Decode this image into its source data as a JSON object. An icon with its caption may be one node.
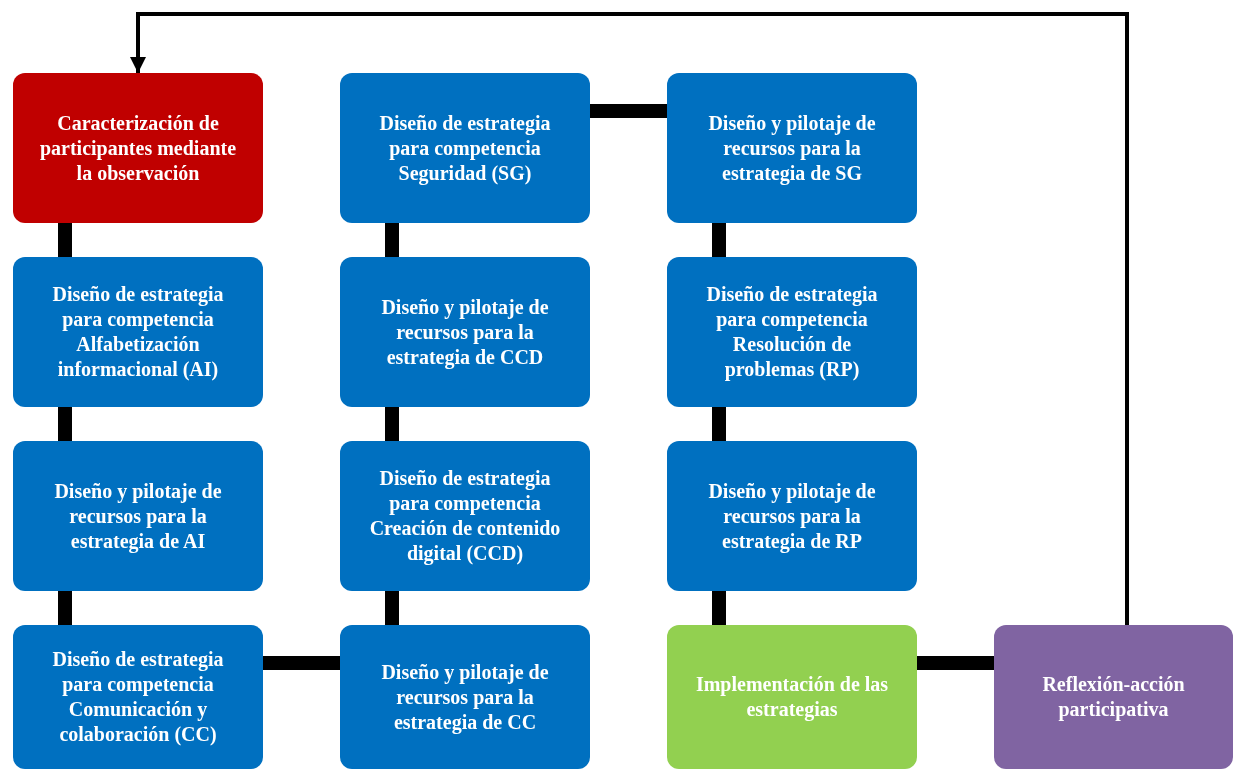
{
  "diagram": {
    "nodes": [
      {
        "text": [
          "Caracterización de participantes mediante la observación"
        ]
      },
      {
        "text": [
          "Diseño de estrategia para competencia Alfabetización informacional (AI)"
        ]
      },
      {
        "text": [
          "Diseño y pilotaje de recursos para la estrategia de AI"
        ]
      },
      {
        "text": [
          "Diseño de estrategia para competencia Comunicación y colaboración (CC)"
        ]
      },
      {
        "text": [
          "Diseño y pilotaje de recursos para la estrategia de CC"
        ]
      },
      {
        "text": [
          "Diseño de estrategia para competencia Creación de contenido digital (CCD)"
        ]
      },
      {
        "text": [
          "Diseño y pilotaje de recursos para la estrategia de CCD"
        ]
      },
      {
        "text": [
          "Diseño de estrategia para competencia Seguridad (SG)"
        ]
      },
      {
        "text": [
          "Diseño y pilotaje de recursos para la estrategia de SG"
        ]
      },
      {
        "text": [
          "Diseño de estrategia para competencia Resolución de problemas (RP)"
        ]
      },
      {
        "text": [
          "Diseño y pilotaje de recursos para la estrategia de RP"
        ]
      },
      {
        "text": [
          "Implementación de las estrategias"
        ]
      },
      {
        "text": [
          "Reflexión-acción participativa"
        ]
      }
    ],
    "edges": [
      {
        "from": 0,
        "to": 1,
        "arrow": "none"
      },
      {
        "from": 1,
        "to": 2,
        "arrow": "none"
      },
      {
        "from": 2,
        "to": 3,
        "arrow": "none"
      },
      {
        "from": 3,
        "to": 4,
        "arrow": "none"
      },
      {
        "from": 4,
        "to": 5,
        "arrow": "none"
      },
      {
        "from": 5,
        "to": 6,
        "arrow": "none"
      },
      {
        "from": 6,
        "to": 7,
        "arrow": "none"
      },
      {
        "from": 7,
        "to": 8,
        "arrow": "none"
      },
      {
        "from": 8,
        "to": 9,
        "arrow": "none"
      },
      {
        "from": 9,
        "to": 10,
        "arrow": "none"
      },
      {
        "from": 10,
        "to": 11,
        "arrow": "none"
      },
      {
        "from": 11,
        "to": 12,
        "arrow": "none"
      },
      {
        "from": 12,
        "to": 0,
        "arrow": "to"
      }
    ]
  }
}
